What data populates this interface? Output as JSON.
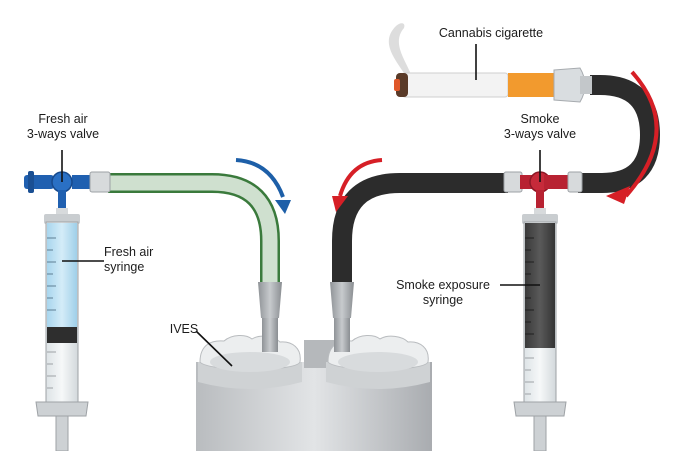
{
  "labels": {
    "cigarette": "Cannabis cigarette",
    "fresh_air_valve": [
      "Fresh air",
      "3-ways valve"
    ],
    "smoke_valve": [
      "Smoke",
      "3-ways valve"
    ],
    "fresh_air_syringe": [
      "Fresh air",
      "syringe"
    ],
    "smoke_syringe": [
      "Smoke exposure",
      "syringe"
    ],
    "ives": "IVES"
  },
  "colors": {
    "fresh_air_valve": "#2060b0",
    "smoke_valve": "#b82232",
    "fresh_air_tube": "#3a7a3c",
    "smoke_tube": "#2e2e2e",
    "flow_arrow_blue": "#1d5fa8",
    "flow_arrow_red": "#d61f26",
    "cigarette_filter": "#f29a2e",
    "fresh_air_fill": "#bfe1f2",
    "smoke_fill": "#4a4a4a"
  },
  "icons": [
    "cigarette-icon",
    "syringe-icon",
    "valve-icon",
    "flow-arrow-icon",
    "chamber-icon"
  ]
}
